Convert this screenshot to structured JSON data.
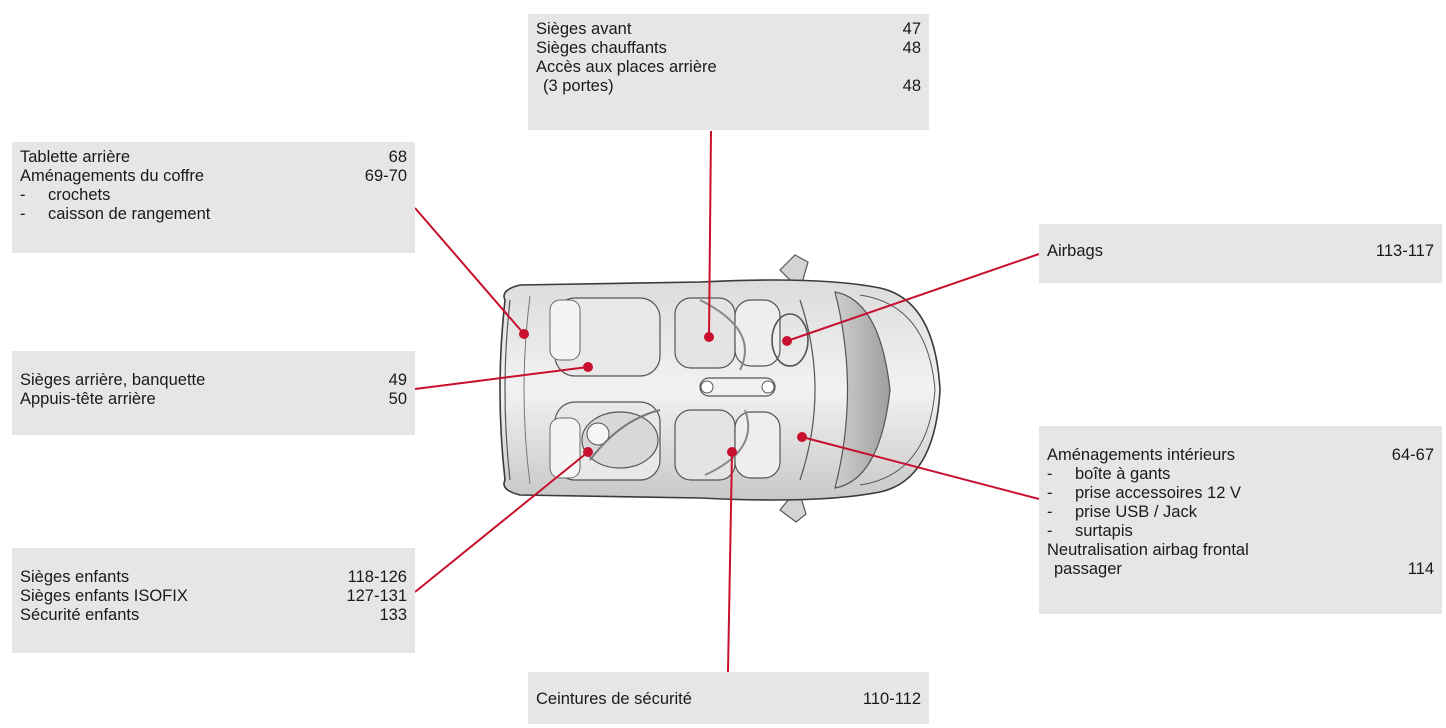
{
  "colors": {
    "leader": "#c8102e",
    "box_bg": "#e6e6e6",
    "text": "#1a1a1a"
  },
  "boxes": {
    "seats_front": {
      "entries": [
        {
          "label": "Sièges avant",
          "page": "47"
        },
        {
          "label": "Sièges chauffants",
          "page": "48"
        },
        {
          "label": "Accès aux places arrière",
          "page": ""
        },
        {
          "label": "(3 portes)",
          "page": "48"
        }
      ]
    },
    "rear_shelf": {
      "entries": [
        {
          "label": "Tablette arrière",
          "page": "68"
        },
        {
          "label": "Aménagements du coffre",
          "page": "69-70"
        }
      ],
      "subitems": [
        "crochets",
        "caisson de rangement"
      ]
    },
    "airbags": {
      "entries": [
        {
          "label": "Airbags",
          "page": "113-117"
        }
      ]
    },
    "rear_seats": {
      "entries": [
        {
          "label": "Sièges arrière, banquette",
          "page": "49"
        },
        {
          "label": "Appuis-tête arrière",
          "page": "50"
        }
      ]
    },
    "interior": {
      "entries": [
        {
          "label": "Aménagements intérieurs",
          "page": "64-67"
        }
      ],
      "subitems": [
        "boîte à gants",
        "prise accessoires 12 V",
        "prise USB / Jack",
        "surtapis"
      ],
      "entries2": [
        {
          "label": "Neutralisation airbag frontal",
          "page": ""
        },
        {
          "label": "passager",
          "page": "114"
        }
      ]
    },
    "child_seats": {
      "entries": [
        {
          "label": "Sièges enfants",
          "page": "118-126"
        },
        {
          "label": "Sièges enfants ISOFIX",
          "page": "127-131"
        },
        {
          "label": "Sécurité enfants",
          "page": "133"
        }
      ]
    },
    "belts": {
      "entries": [
        {
          "label": "Ceintures de sécurité",
          "page": "110-112"
        }
      ]
    }
  }
}
